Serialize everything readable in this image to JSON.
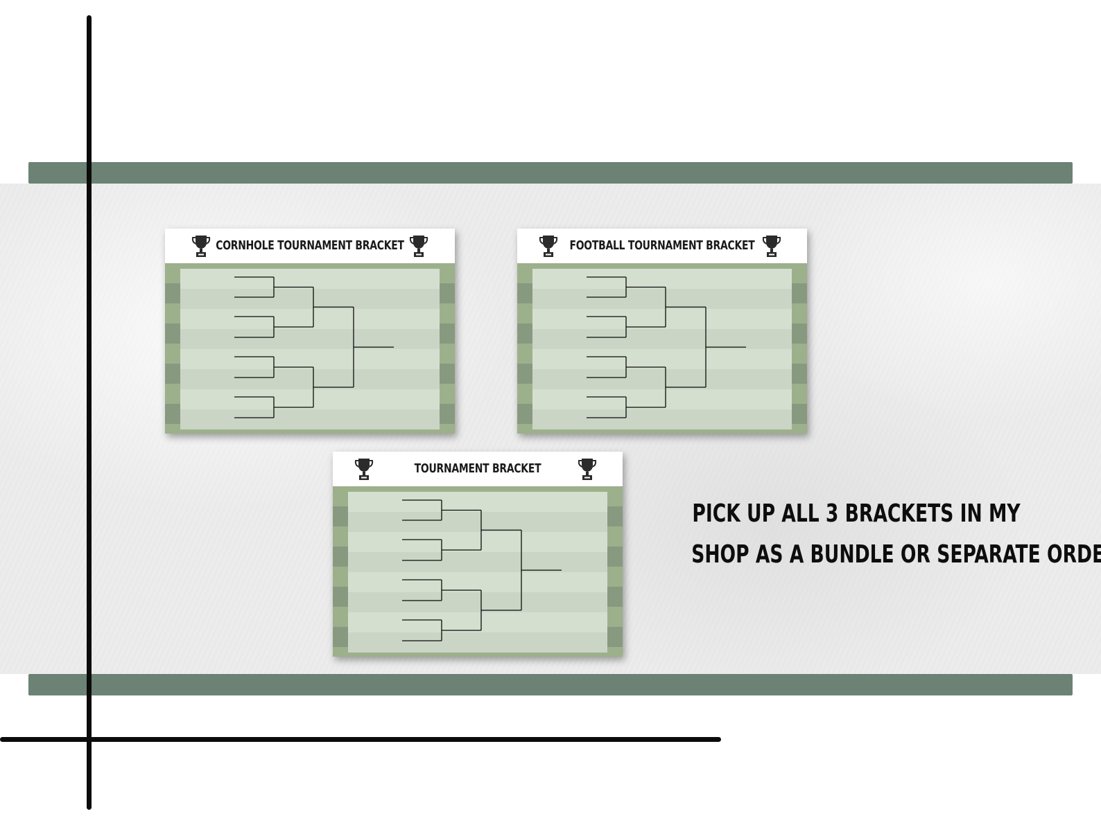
{
  "cards": [
    {
      "title": "CORNHOLE TOURNAMENT BRACKET",
      "trophy_icon": "trophy-icon"
    },
    {
      "title": "FOOTBALL TOURNAMENT BRACKET",
      "trophy_icon": "trophy-icon"
    },
    {
      "title": "TOURNAMENT BRACKET",
      "trophy_icon": "trophy-icon"
    }
  ],
  "promo": {
    "line1": "PICK UP ALL 3 BRACKETS IN MY",
    "line2": "SHOP AS A BUNDLE OR SEPARATE ORDER"
  },
  "colors": {
    "accent_stripe": "#6b8275",
    "field_dark": "#879a7f",
    "field_light": "#9cb08c",
    "inner_light": "#d5dfd0",
    "lines": "#0b0b0b"
  }
}
